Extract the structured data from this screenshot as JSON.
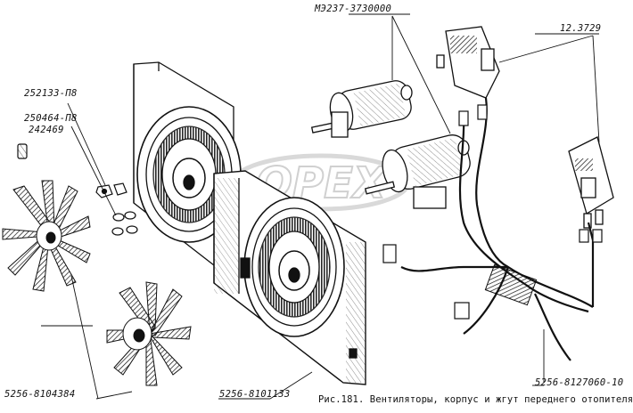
{
  "labels": {
    "motor_part": "МЭ237-3730000",
    "switch_part": "12.3729",
    "nut_part": "252133-П8",
    "washer_part": "250464-П8",
    "washer2_part": "242469",
    "impeller_part": "5256-8104384",
    "housing_part": "5256-8101133",
    "harness_part": "5256-8127060-10"
  },
  "caption": "Рис.181. Вентиляторы, корпус и жгут переднего отопителя",
  "watermark": "OPEX",
  "colors": {
    "ink": "#111111",
    "paper": "#ffffff",
    "watermark": "#c8c8c8"
  }
}
